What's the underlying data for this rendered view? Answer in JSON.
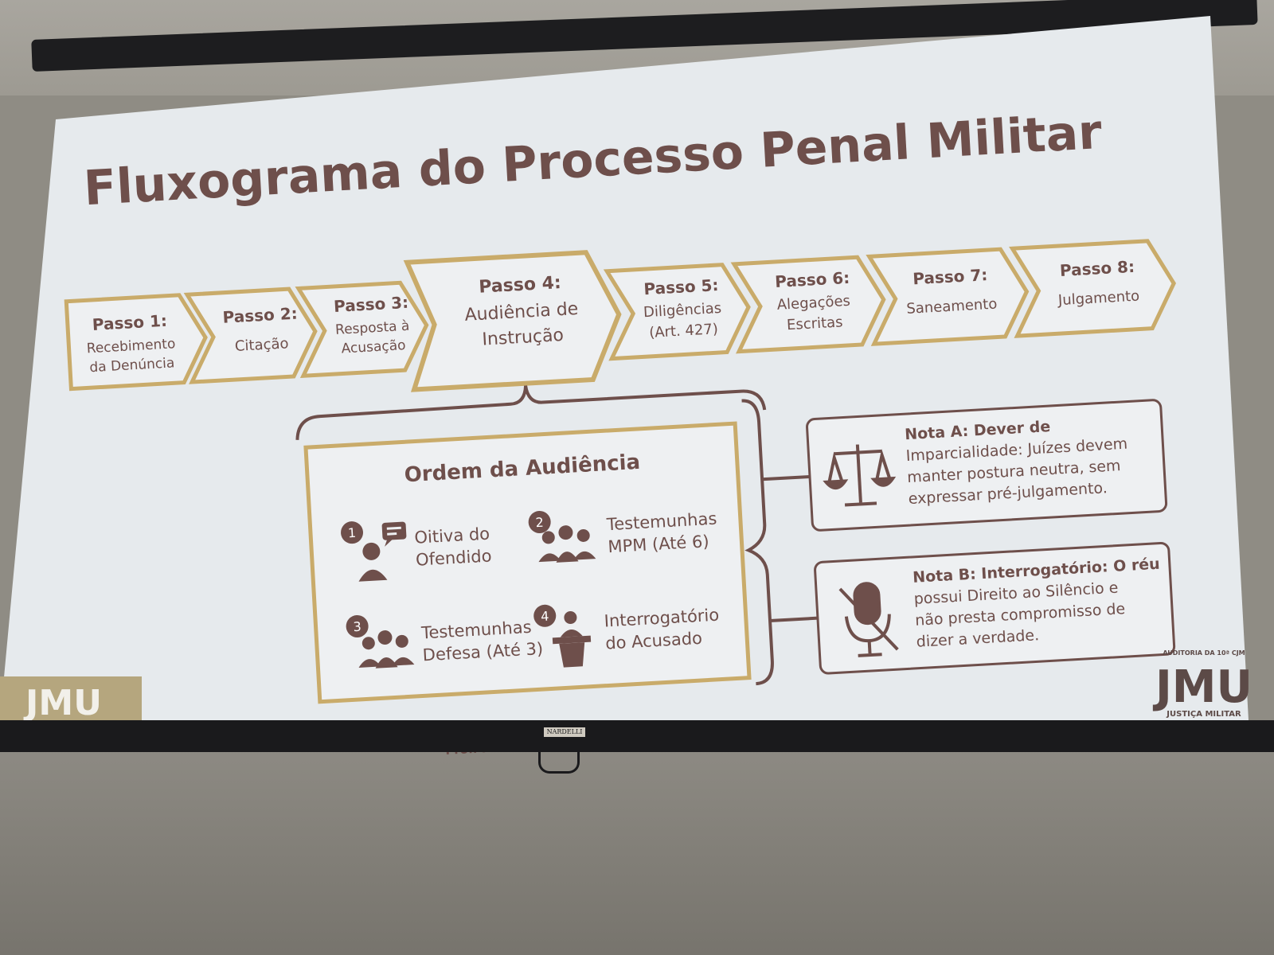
{
  "title": "Fluxograma do Processo Penal Militar",
  "steps": [
    {
      "heading": "Passo 1:",
      "lines": [
        "Recebimento",
        "da Denúncia"
      ]
    },
    {
      "heading": "Passo 2:",
      "lines": [
        "Citação"
      ]
    },
    {
      "heading": "Passo 3:",
      "lines": [
        "Resposta à",
        "Acusação"
      ]
    },
    {
      "heading": "Passo 4:",
      "lines": [
        "Audiência de",
        "Instrução"
      ]
    },
    {
      "heading": "Passo 5:",
      "lines": [
        "Diligências",
        "(Art. 427)"
      ]
    },
    {
      "heading": "Passo 6:",
      "lines": [
        "Alegações",
        "Escritas"
      ]
    },
    {
      "heading": "Passo 7:",
      "lines": [
        "Saneamento"
      ]
    },
    {
      "heading": "Passo 8:",
      "lines": [
        "Julgamento"
      ]
    }
  ],
  "audience": {
    "title": "Ordem da Audiência",
    "items": [
      {
        "number": "1",
        "icon": "speaking-person-icon",
        "lines": [
          "Oitiva do",
          "Ofendido"
        ]
      },
      {
        "number": "2",
        "icon": "group-icon",
        "lines": [
          "Testemunhas",
          "MPM (Até 6)"
        ]
      },
      {
        "number": "3",
        "icon": "group-icon",
        "lines": [
          "Testemunhas",
          "Defesa (Até 3)"
        ]
      },
      {
        "number": "4",
        "icon": "podium-icon",
        "lines": [
          "Interrogatório",
          "do Acusado"
        ]
      }
    ]
  },
  "notes": [
    {
      "icon": "scales-icon",
      "lines": [
        "Nota A: Dever de",
        "Imparcialidade: Juízes devem",
        "manter postura neutra, sem",
        "expressar pré-julgamento."
      ]
    },
    {
      "icon": "muted-microphone-icon",
      "lines": [
        "Nota B: Interrogatório: O réu",
        "possui Direito ao Silêncio e",
        "não presta compromisso de",
        "dizer a verdade."
      ]
    }
  ],
  "footer": {
    "author": "Prof. Rodolfo Menezes - Juiz Federal da JM",
    "logo_left": "JMU",
    "logo_right": "JMU",
    "logo_right_top": "AUDITORIA DA 10ª CJM",
    "logo_right_bottom": "JUSTIÇA MILITAR",
    "projector_brand": "NARDELLI"
  },
  "colors": {
    "brown": "#6e4f4b",
    "gold": "#c9ab6a",
    "screen": "#e9ecef"
  }
}
